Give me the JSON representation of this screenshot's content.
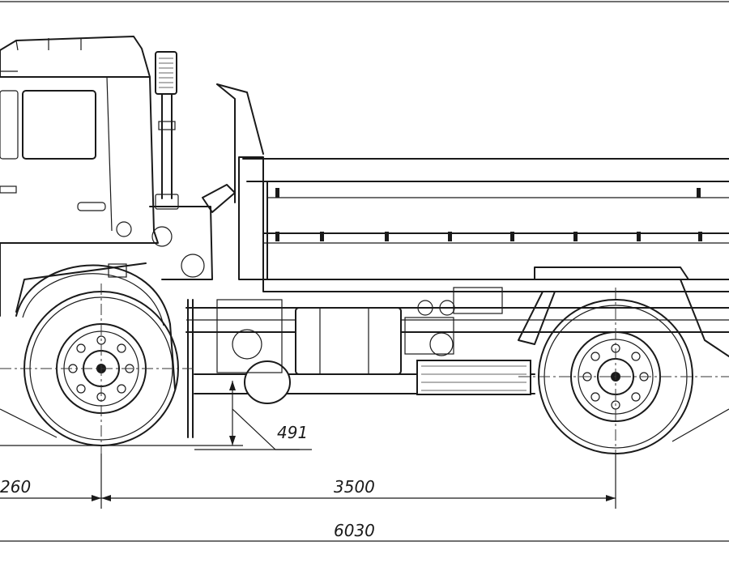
{
  "dimensions": {
    "front_overhang": "260",
    "wheelbase": "3500",
    "overall_length": "6030",
    "ground_clearance": "491"
  }
}
